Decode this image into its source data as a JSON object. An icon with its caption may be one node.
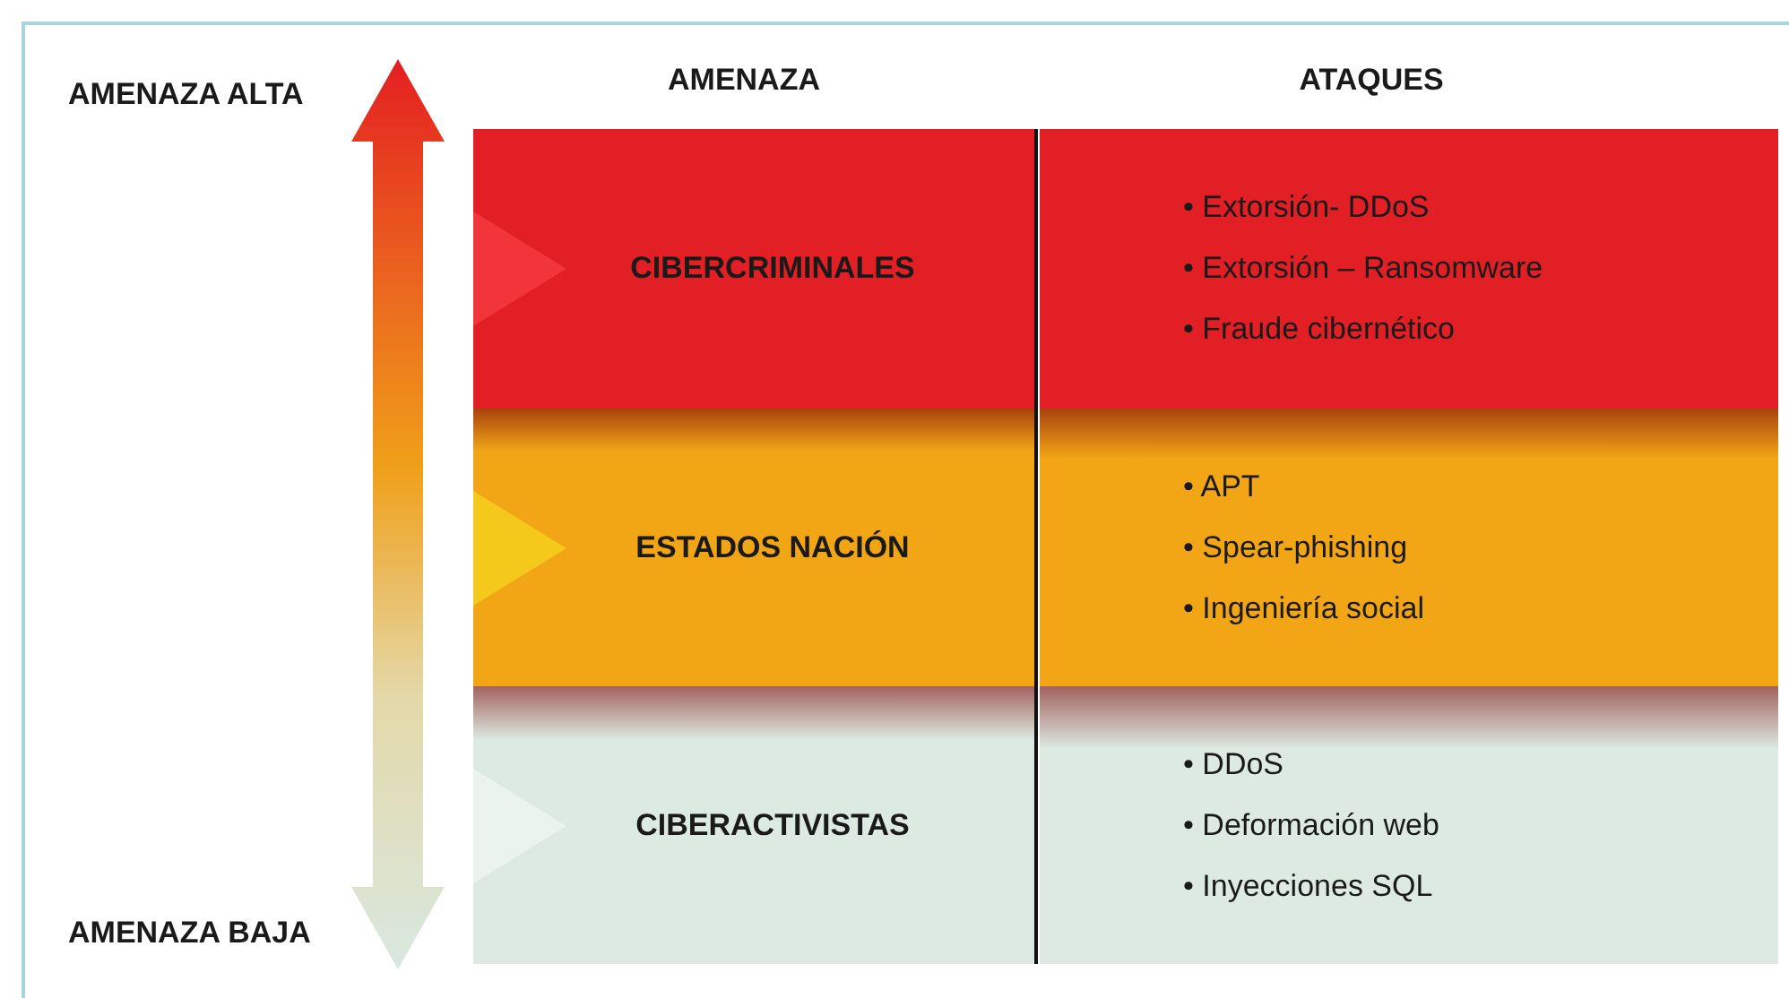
{
  "diagram": {
    "nodes": [
      {
        "text": [
          "CIBERCRIMINALES"
        ]
      },
      {
        "text": [
          "• Extorsión- DDoS",
          "• Extorsión – Ransomware",
          "• Fraude cibernético"
        ]
      },
      {
        "text": [
          "ESTADOS NACIÓN"
        ]
      },
      {
        "text": [
          "• APT",
          "• Spear-phishing",
          "• Ingeniería social"
        ]
      },
      {
        "text": [
          "CIBERACTIVISTAS"
        ]
      },
      {
        "text": [
          "• DDoS",
          "• Deformación web",
          "• Inyecciones SQL"
        ]
      }
    ],
    "labels": [
      "AMENAZA ALTA",
      "AMENAZA",
      "ATAQUES",
      "AMENAZA BAJA"
    ]
  }
}
